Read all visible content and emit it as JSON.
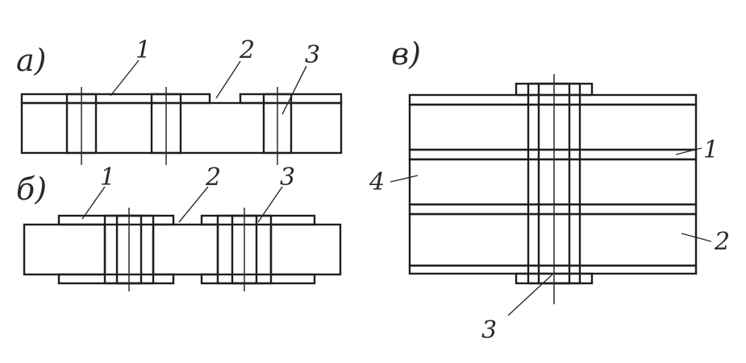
{
  "labels": {
    "a": "а)",
    "b": "б)",
    "v": "в)",
    "a_1": "1",
    "a_2": "2",
    "a_3": "3",
    "b_1": "1",
    "b_2": "2",
    "b_3": "3",
    "v_1": "1",
    "v_2": "2",
    "v_3": "3",
    "v_4": "4"
  },
  "colors": {
    "ink": "#1e1e1e",
    "hatch": "#3c3c3c",
    "board_fill": "#bdbdbd",
    "copper_fill": "#9a9a9a",
    "hole_fill": "#f2f2f2",
    "paper": "#ffffff"
  }
}
